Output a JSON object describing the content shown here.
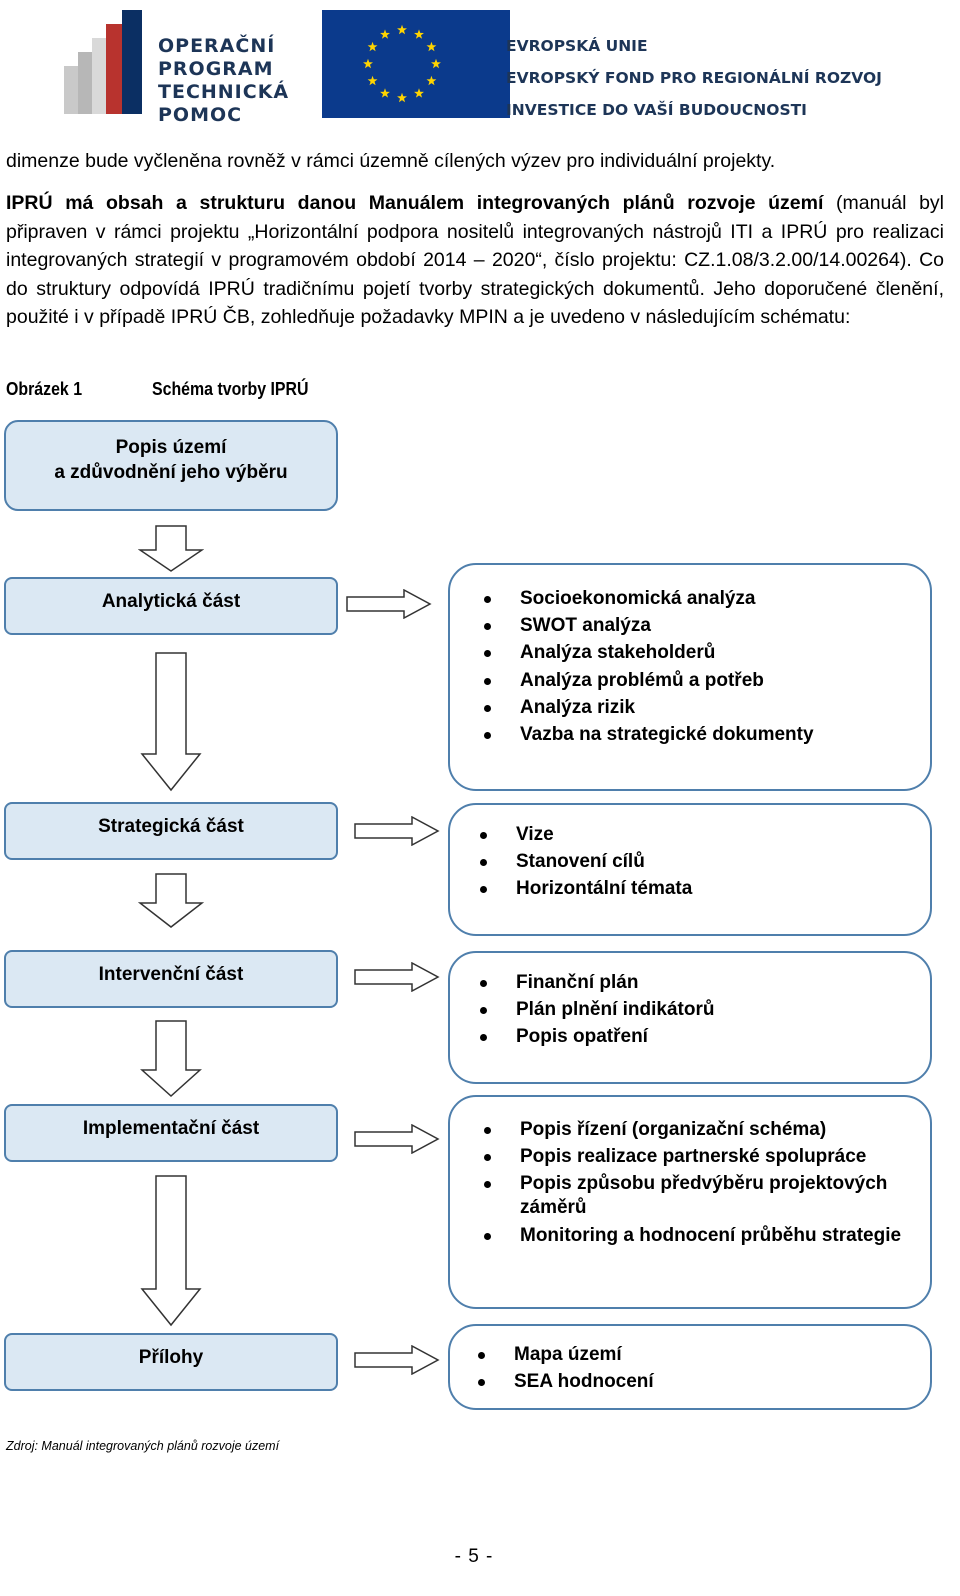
{
  "header": {
    "op_logo_lines": [
      "OPERAČNÍ",
      "PROGRAM",
      "TECHNICKÁ",
      "POMOC"
    ],
    "eu_lines": [
      "EVROPSKÁ UNIE",
      "EVROPSKÝ FOND PRO REGIONÁLNÍ ROZVOJ",
      "INVESTICE DO VAŠÍ BUDOUCNOSTI"
    ],
    "colors": {
      "eu_blue": "#0b3a8c",
      "eu_star": "#ffd400",
      "bar_red": "#b8332e",
      "bar_grey": "#b7b7b7",
      "text_navy": "#1d3557"
    }
  },
  "body": {
    "paragraph1": "dimenze bude vyčleněna rovněž v rámci územně cílených výzev pro individuální projekty.",
    "paragraph2_lead": "IPRÚ má obsah a strukturu danou Manuálem integrovaných plánů rozvoje území",
    "paragraph2_rest": " (manuál byl připraven v rámci projektu „Horizontální podpora nositelů integrovaných nástrojů ITI a IPRÚ pro realizaci integrovaných strategií v programovém období 2014 – 2020“, číslo projektu: CZ.1.08/3.2.00/14.00264). Co do struktury odpovídá IPRÚ tradičnímu pojetí tvorby strategických dokumentů. Jeho doporučené členění, použité i v případě IPRÚ ČB, zohledňuje požadavky MPIN a je uvedeno v následujícím schématu:"
  },
  "figure": {
    "number": "Obrázek 1",
    "title": "Schéma tvorby IPRÚ",
    "intro_box": [
      "Popis území",
      "a zdůvodnění jeho výběru"
    ],
    "steps": [
      {
        "label": "Analytická část",
        "items": [
          "Socioekonomická analýza",
          "SWOT analýza",
          "Analýza stakeholderů",
          "Analýza problémů a potřeb",
          "Analýza rizik",
          "Vazba na strategické dokumenty"
        ]
      },
      {
        "label": "Strategická část",
        "items": [
          "Vize",
          "Stanovení cílů",
          "Horizontální témata"
        ]
      },
      {
        "label": "Intervenční část",
        "items": [
          "Finanční plán",
          "Plán plnění indikátorů",
          "Popis opatření"
        ]
      },
      {
        "label": "Implementační část",
        "items": [
          "Popis řízení (organizační schéma)",
          "Popis realizace partnerské spolupráce",
          "Popis způsobu předvýběru projektových záměrů",
          "Monitoring a hodnocení průběhu strategie"
        ]
      },
      {
        "label": "Přílohy",
        "items": [
          "Mapa území",
          "SEA hodnocení"
        ]
      }
    ]
  },
  "footer": {
    "source": "Zdroj: Manuál integrovaných plánů rozvoje území",
    "page_number": "- 5 -"
  }
}
